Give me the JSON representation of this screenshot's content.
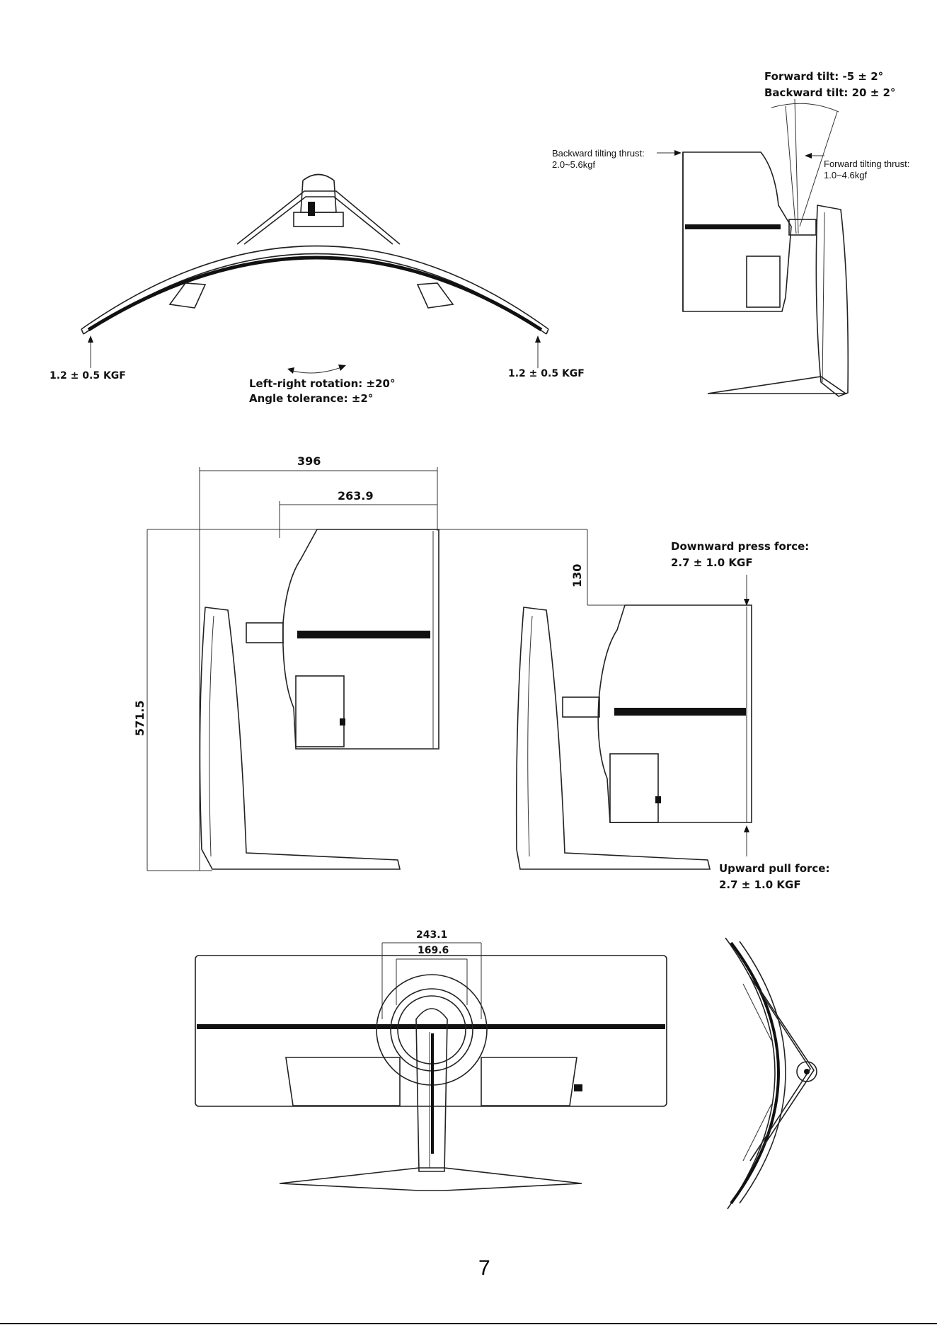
{
  "top_left": {
    "left_force": "1.2 ± 0.5 KGF",
    "right_force": "1.2 ± 0.5 KGF",
    "rotation_line1": "Left-right rotation: ±20°",
    "rotation_line2": "Angle tolerance: ±2°"
  },
  "top_right": {
    "forward_tilt": "Forward tilt: -5 ± 2°",
    "backward_tilt": "Backward tilt: 20 ± 2°",
    "backward_thrust_line1": "Backward tilting thrust:",
    "backward_thrust_line2": "2.0~5.6kgf",
    "forward_thrust_line1": "Forward tilting thrust:",
    "forward_thrust_line2": "1.0~4.6kgf"
  },
  "middle": {
    "dim_width": "396",
    "dim_depth": "263.9",
    "dim_height": "571.5",
    "dim_adjust": "130",
    "press_line1": "Downward press force:",
    "press_line2": "2.7 ± 1.0 KGF",
    "pull_line1": "Upward pull force:",
    "pull_line2": "2.7 ± 1.0 KGF"
  },
  "bottom": {
    "dim_outer": "243.1",
    "dim_inner": "169.6"
  },
  "page_number": "7"
}
